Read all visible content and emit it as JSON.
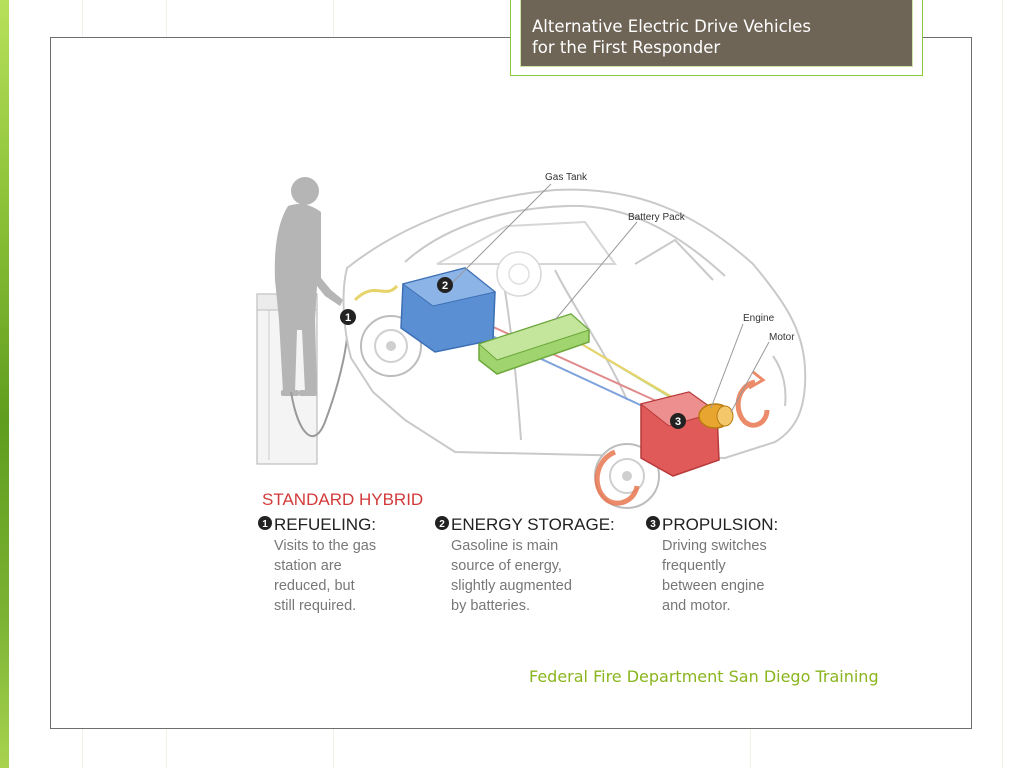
{
  "slide": {
    "title_line1": "Alternative Electric Drive Vehicles",
    "title_line2": "for the First Responder",
    "footer": "Federal Fire Department San Diego Training"
  },
  "diagram": {
    "labels": {
      "gas_tank": "Gas Tank",
      "battery_pack": "Battery Pack",
      "engine": "Engine",
      "motor": "Motor"
    },
    "callout_numbers": [
      "1",
      "2",
      "3"
    ],
    "heading": "STANDARD HYBRID",
    "steps": [
      {
        "number": "1",
        "title": "REFUELING:",
        "desc": [
          "Visits to the gas",
          "station are",
          "reduced, but",
          "still required."
        ]
      },
      {
        "number": "2",
        "title": "ENERGY STORAGE:",
        "desc": [
          "Gasoline is main",
          "source of energy,",
          "slightly augmented",
          "by batteries."
        ]
      },
      {
        "number": "3",
        "title": "PROPULSION:",
        "desc": [
          "Driving switches",
          "frequently",
          "between engine",
          "and motor."
        ]
      }
    ]
  },
  "colors": {
    "title_bg": "#6f6557",
    "accent_green": "#8dc63f",
    "footer_text": "#8ab51e",
    "gas_tank": "#5b8fd3",
    "battery_pack": "#9fd46e",
    "engine": "#e05a5a",
    "motor": "#e8a530",
    "heading_red": "#d23a3a"
  }
}
